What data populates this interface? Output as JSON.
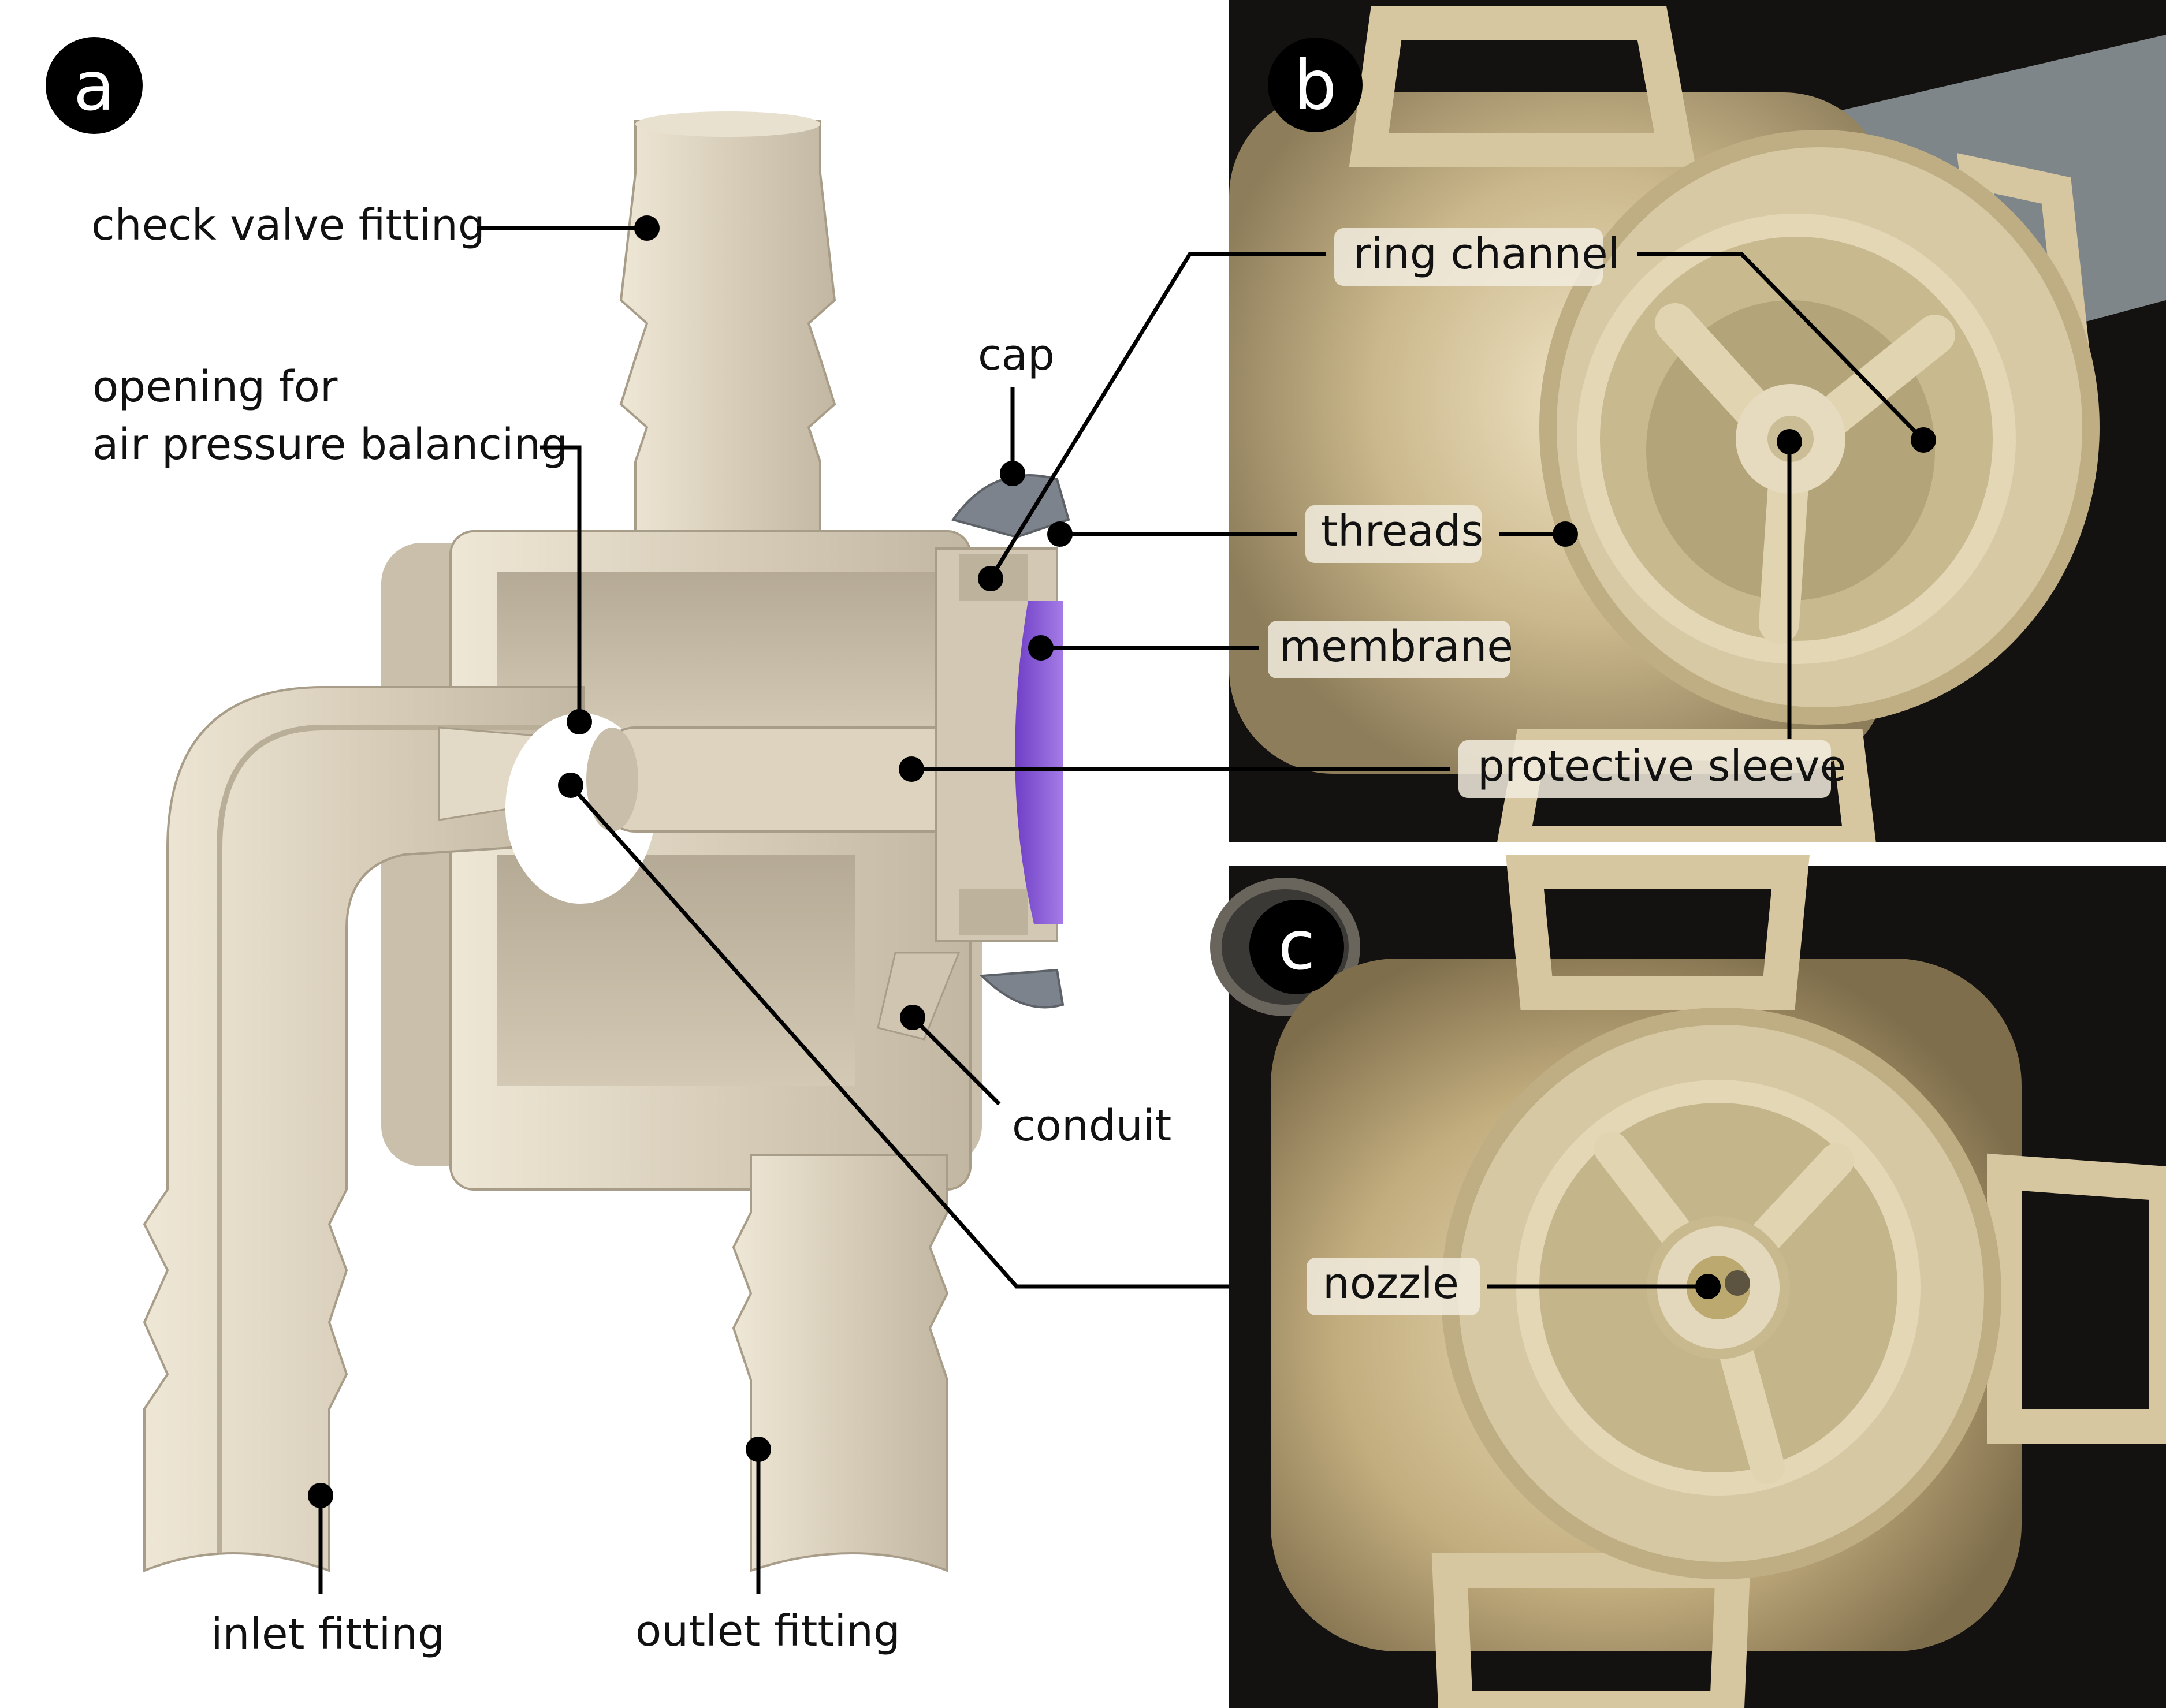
{
  "panels": {
    "a": "a",
    "b": "b",
    "c": "c"
  },
  "labels_a": {
    "check_valve_fitting": "check valve fitting",
    "opening_line1": "opening for",
    "opening_line2": "air pressure balancing",
    "cap": "cap",
    "conduit": "conduit",
    "inlet_fitting": "inlet fitting",
    "outlet_fitting": "outlet fitting"
  },
  "labels_b": {
    "ring_channel": "ring channel",
    "threads": "threads",
    "membrane": "membrane",
    "protective_sleeve": "protective sleeve"
  },
  "labels_c": {
    "nozzle": "nozzle"
  },
  "colors": {
    "part_body": "#d9cfbd",
    "part_shadow": "#b8ad99",
    "membrane": "#8a5cd6",
    "cap": "#7d838c",
    "photo_bg": "#151311",
    "resin": "#d8c9a3"
  }
}
